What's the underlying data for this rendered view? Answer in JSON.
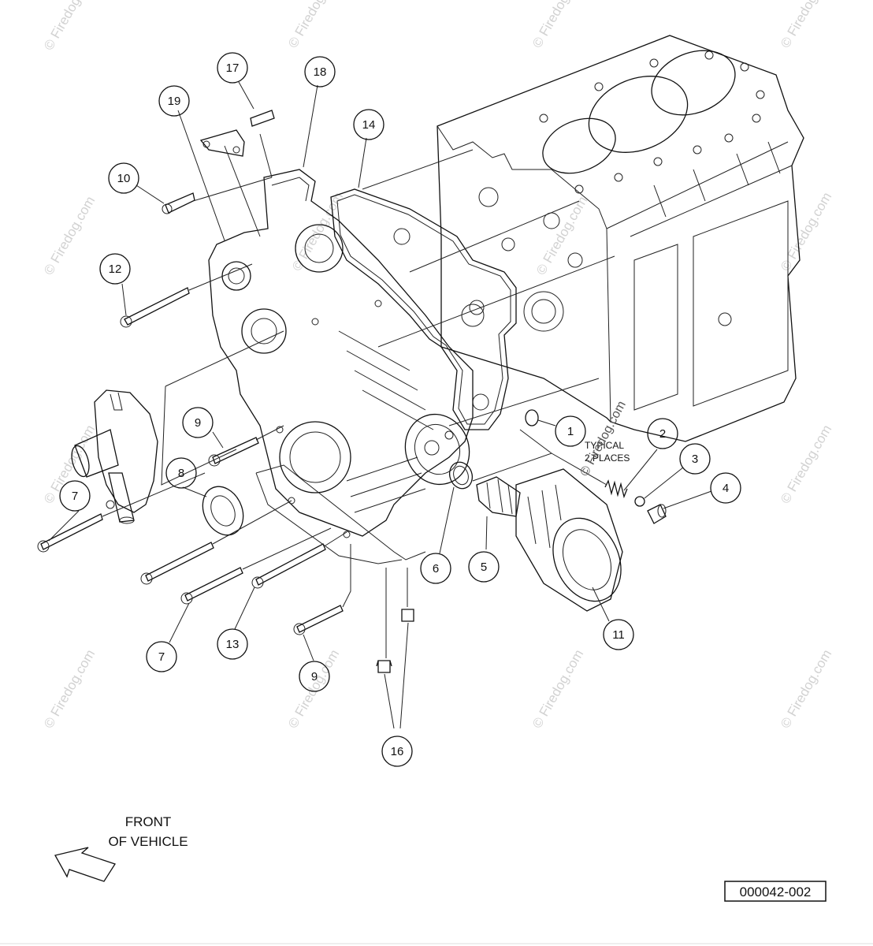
{
  "callouts": [
    {
      "id": "c1",
      "number": "1"
    },
    {
      "id": "c2",
      "number": "2"
    },
    {
      "id": "c3",
      "number": "3"
    },
    {
      "id": "c4",
      "number": "4"
    },
    {
      "id": "c5",
      "number": "5"
    },
    {
      "id": "c6",
      "number": "6"
    },
    {
      "id": "c7a",
      "number": "7"
    },
    {
      "id": "c7b",
      "number": "7"
    },
    {
      "id": "c8",
      "number": "8"
    },
    {
      "id": "c9a",
      "number": "9"
    },
    {
      "id": "c9b",
      "number": "9"
    },
    {
      "id": "c10",
      "number": "10"
    },
    {
      "id": "c11",
      "number": "11"
    },
    {
      "id": "c12",
      "number": "12"
    },
    {
      "id": "c13",
      "number": "13"
    },
    {
      "id": "c14",
      "number": "14"
    },
    {
      "id": "c16",
      "number": "16"
    },
    {
      "id": "c17",
      "number": "17"
    },
    {
      "id": "c18",
      "number": "18"
    },
    {
      "id": "c19",
      "number": "19"
    }
  ],
  "note": {
    "line1": "TYPICAL",
    "line2": "2 PLACES"
  },
  "front_label": {
    "line1": "FRONT",
    "line2": "OF VEHICLE"
  },
  "drawing_number": "000042-002",
  "watermark": "© Firedog.com",
  "icons": {
    "direction_arrow": "arrow-front-of-vehicle-icon"
  }
}
